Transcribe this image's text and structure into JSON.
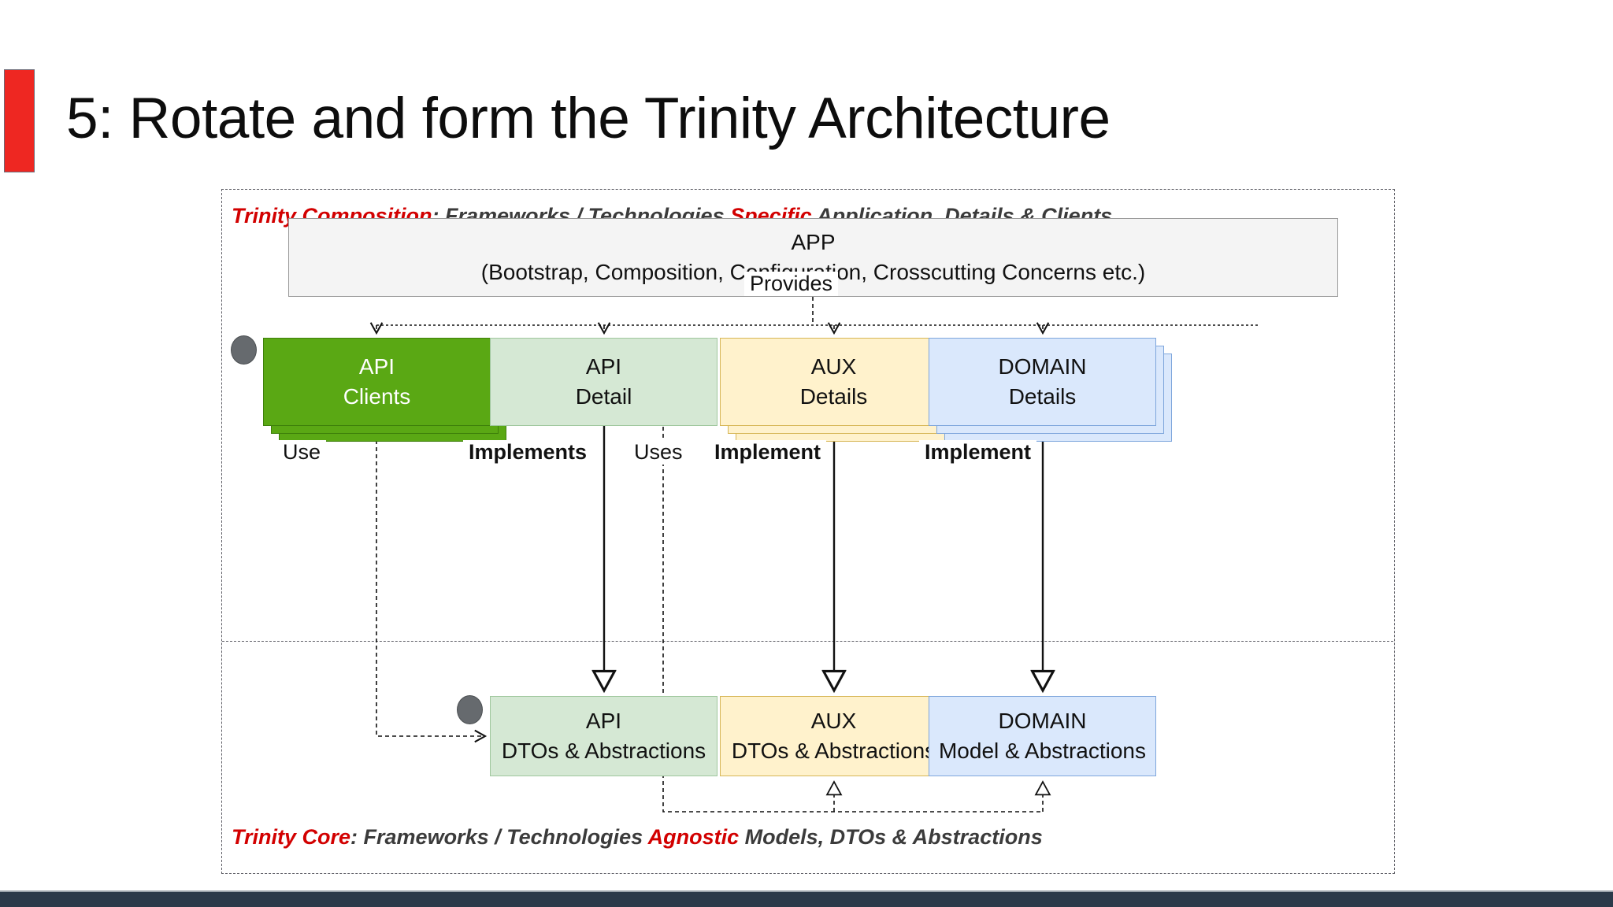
{
  "slide": {
    "title": "5: Rotate and form the Trinity Architecture",
    "accent_color": "#ee2722",
    "bottom_bar_color": "#2b3a4a"
  },
  "diagram": {
    "bands": {
      "top": {
        "prefix": "Trinity Composition",
        "middle": ": Frameworks / Technologies ",
        "highlight": "Specific",
        "suffix": " Application, Details & Clients",
        "highlight_color": "#d20000"
      },
      "bottom": {
        "prefix": "Trinity Core",
        "middle": ": Frameworks / Technologies ",
        "highlight": "Agnostic",
        "suffix": " Models, DTOs & Abstractions",
        "highlight_color": "#d20000"
      }
    },
    "app_box": {
      "line1": "APP",
      "line2": "(Bootstrap, Composition, Configuration, Crosscutting Concerns etc.)",
      "fill": "#f4f4f4"
    },
    "composition_boxes": [
      {
        "id": "api-clients",
        "line1": "API",
        "line2": "Clients",
        "fill": "#5aa814",
        "text_color": "#ffffff",
        "stacked": true
      },
      {
        "id": "api-detail",
        "line1": "API",
        "line2": "Detail",
        "fill": "#d5e8d4",
        "text_color": "#111111",
        "stacked": false
      },
      {
        "id": "aux-details",
        "line1": "AUX",
        "line2": "Details",
        "fill": "#fff2cc",
        "text_color": "#111111",
        "stacked": true
      },
      {
        "id": "domain-details",
        "line1": "DOMAIN",
        "line2": "Details",
        "fill": "#dae8fc",
        "text_color": "#111111",
        "stacked": true
      }
    ],
    "core_boxes": [
      {
        "id": "api-dtos",
        "line1": "API",
        "line2": "DTOs & Abstractions",
        "fill": "#d5e8d4"
      },
      {
        "id": "aux-dtos",
        "line1": "AUX",
        "line2": "DTOs & Abstractions",
        "fill": "#fff2cc"
      },
      {
        "id": "domain-model",
        "line1": "DOMAIN",
        "line2": "Model & Abstractions",
        "fill": "#dae8fc"
      }
    ],
    "edge_labels": {
      "provides": "Provides",
      "use": "Use",
      "implements": "Implements",
      "uses": "Uses",
      "implement_aux": "Implement",
      "implement_domain": "Implement"
    }
  }
}
